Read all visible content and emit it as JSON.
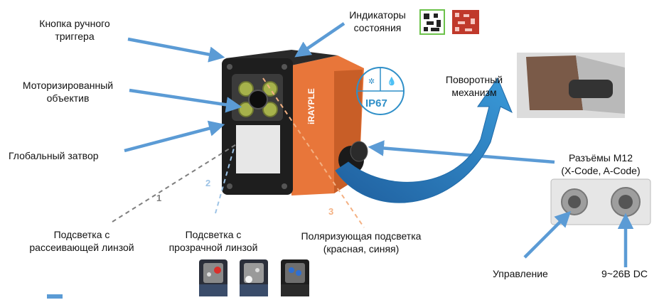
{
  "labels": {
    "manual_trigger": "Кнопка ручного\nтриггера",
    "motorized_lens": "Моторизированный\nобъектив",
    "global_shutter": "Глобальный затвор",
    "status_indicators": "Индикаторы\nсостояния",
    "rotary_mechanism": "Поворотный\nмеханизм",
    "m12_connectors": "Разъёмы M12\n(X-Code, A-Code)",
    "diffuse_light": "Подсветка с\nрассеивающей линзой",
    "clear_light": "Подсветка с\nпрозрачной линзой",
    "polarized_light": "Поляризующая подсветка\n(красная, синяя)",
    "control": "Управление",
    "power": "9~26В DC"
  },
  "numbers": {
    "n1": "1",
    "n2": "2",
    "n3": "3"
  },
  "device": {
    "brand": "iRAYPLE",
    "rating": "IP67"
  },
  "colors": {
    "arrow_blue": "#5b9bd5",
    "curved_arrow": "#1f77b4",
    "housing_orange": "#e8763a",
    "housing_black": "#1e1e1e",
    "indicator_green": "#6cc24a",
    "indicator_red": "#c0392b",
    "dashed_grey": "#7f7f7f",
    "dashed_lightblue": "#9dc3e6",
    "dashed_orange": "#f4b183"
  }
}
